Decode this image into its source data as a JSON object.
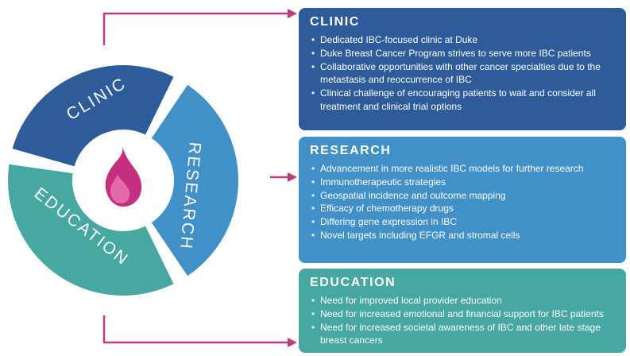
{
  "colors": {
    "clinic_blue": "#2e5b99",
    "research_blue": "#4190c8",
    "education_teal": "#47a7a1",
    "arrow_pink": "#c23a80",
    "flame_outer": "#c4307f",
    "flame_inner": "#e26ba8",
    "text_white": "#ffffff"
  },
  "donut": {
    "segments": [
      {
        "label": "CLINIC"
      },
      {
        "label": "RESEARCH"
      },
      {
        "label": "EDUCATION"
      }
    ],
    "center_icon": "flame-icon"
  },
  "boxes": [
    {
      "title": "CLINIC",
      "bullets": [
        "Dedicated IBC-focused clinic at Duke",
        "Duke Breast Cancer Program strives to serve more IBC patients",
        "Collaborative opportunities with other cancer specialties due to the metastasis and reoccurrence of IBC",
        "Clinical challenge of encouraging patients to wait and consider all treatment and clinical trial options"
      ]
    },
    {
      "title": "RESEARCH",
      "bullets": [
        "Advancement in more realistic IBC models for further research",
        "Immunotherapeutic strategies",
        "Geospatial incidence and outcome mapping",
        "Efficacy of chemotherapy drugs",
        "Differing gene expression in IBC",
        "Novel targets including EFGR and stromal cells"
      ]
    },
    {
      "title": "EDUCATION",
      "bullets": [
        "Need for improved local provider education",
        "Need for increased emotional and financial support for IBC patients",
        "Need for increased societal awareness of IBC and other late stage breast cancers"
      ]
    }
  ]
}
